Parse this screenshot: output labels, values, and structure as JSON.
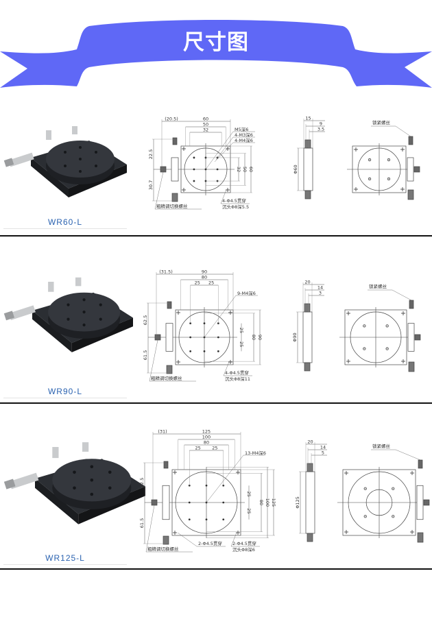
{
  "banner": {
    "title": "尺寸图",
    "color": "#5f68f6"
  },
  "sections": [
    {
      "model": "WR60-L",
      "top_dims": [
        "(20.5)",
        "60",
        "50",
        "32"
      ],
      "right_dims": [
        "32",
        "50",
        "60"
      ],
      "left_dims": [
        "22.5",
        "30.7"
      ],
      "callouts": [
        "M5深6",
        "4-M3深6",
        "4-M4深6"
      ],
      "notes": [
        "4-Φ4.5贯穿",
        "沉头Φ8深5.5"
      ],
      "adjust_screw": "粗精调切换螺丝",
      "side_dims": [
        "15",
        "9",
        "3.5"
      ],
      "side_diameter": "Φ60",
      "lock_screw": "锁紧螺丝"
    },
    {
      "model": "WR90-L",
      "top_dims": [
        "(31.5)",
        "90",
        "80",
        "25",
        "25"
      ],
      "right_dims": [
        "25",
        "25",
        "80",
        "90"
      ],
      "left_dims": [
        "62.5",
        "61.5"
      ],
      "callouts": [
        "9-M4深6"
      ],
      "notes": [
        "4-Φ4.5贯穿",
        "沉头Φ8深11"
      ],
      "adjust_screw": "粗精调切换螺丝",
      "side_dims": [
        "20",
        "14",
        "3"
      ],
      "side_diameter": "Φ90",
      "lock_screw": "锁紧螺丝"
    },
    {
      "model": "WR125-L",
      "top_dims": [
        "(31)",
        "125",
        "100",
        "80",
        "25",
        "25"
      ],
      "right_dims": [
        "25",
        "25",
        "80",
        "100",
        "125"
      ],
      "left_dims": [
        "62.5",
        "61.5"
      ],
      "callouts": [
        "13-M4深6"
      ],
      "notes": [
        "2-Φ4.5贯穿",
        "2-Φ4.5贯穿",
        "沉头Φ8深6"
      ],
      "adjust_screw": "粗精调切换螺丝",
      "side_dims": [
        "20",
        "14",
        "5"
      ],
      "side_diameter": "Φ125",
      "lock_screw": "锁紧螺丝"
    }
  ]
}
